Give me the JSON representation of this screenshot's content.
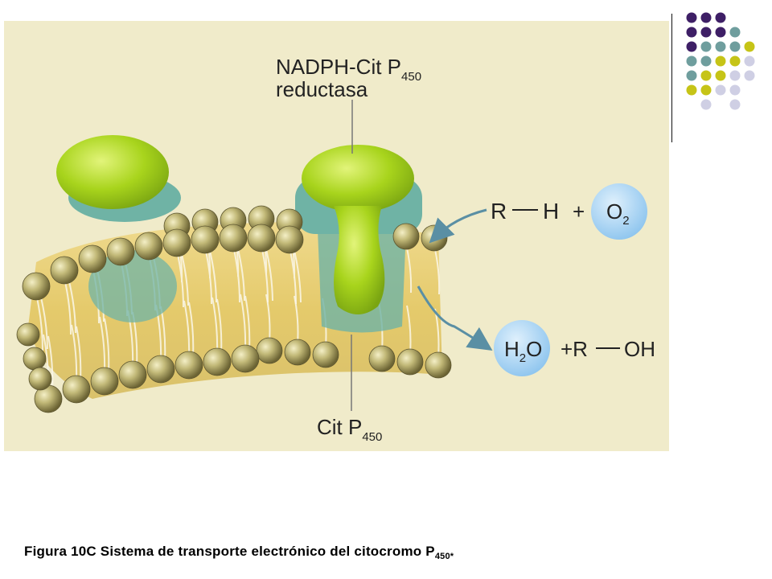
{
  "labels": {
    "reductase_line1": "NADPH-Cit P",
    "reductase_sub1": "450",
    "reductase_line2": "reductasa",
    "cyt_main": "Cit P",
    "cyt_sub": "450",
    "r": "R",
    "h": "H",
    "plus1": "+",
    "o": "O",
    "o_sub": "2",
    "h2o_h": "H",
    "h2o_sub": "2",
    "h2o_o": "O",
    "plus_r": "+R",
    "oh": "OH"
  },
  "caption": {
    "text": "Figura 10C Sistema de transporte electrónico del citocromo P",
    "sub": "450*"
  },
  "colors": {
    "purple": "#3e1f66",
    "teal": "#6f9e9e",
    "olive": "#c6c417",
    "lavender": "#cfcfe4",
    "background_paper": "#f0ebc9",
    "protein_green": "#a8d41c",
    "membrane_teal": "#6fb3a5",
    "circle_blue": "#9fcff0"
  },
  "dot_grid": [
    [
      "purple",
      "purple",
      "purple",
      null,
      null
    ],
    [
      "purple",
      "purple",
      "purple",
      "teal",
      null
    ],
    [
      "purple",
      "teal",
      "teal",
      "teal",
      "olive"
    ],
    [
      "teal",
      "teal",
      "olive",
      "olive",
      "lavender"
    ],
    [
      "teal",
      "olive",
      "olive",
      "lavender",
      "lavender"
    ],
    [
      "olive",
      "olive",
      "lavender",
      "lavender",
      null
    ],
    [
      null,
      "lavender",
      null,
      "lavender",
      null
    ]
  ]
}
